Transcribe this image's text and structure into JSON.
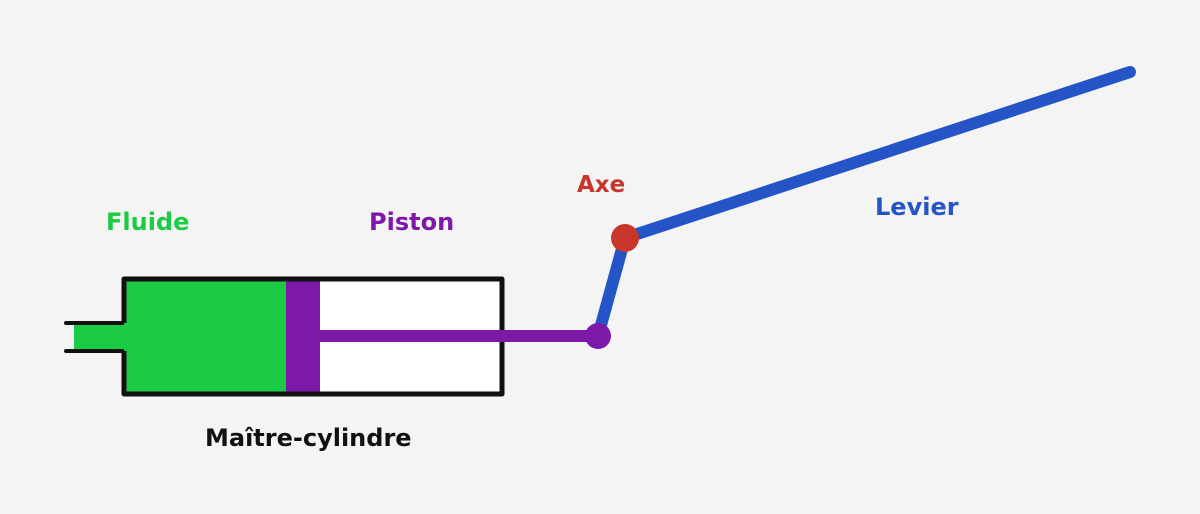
{
  "labels": {
    "fluide": "Fluide",
    "piston": "Piston",
    "axe": "Axe",
    "levier": "Levier",
    "maitre_cylindre": "Maître-cylindre"
  },
  "colors": {
    "background": "#f4f4f4",
    "fluide": "#1ccb44",
    "piston": "#7d18a8",
    "axe": "#c8352b",
    "levier": "#2554c7",
    "outline": "#111111",
    "cylinder_fill": "#ffffff"
  }
}
